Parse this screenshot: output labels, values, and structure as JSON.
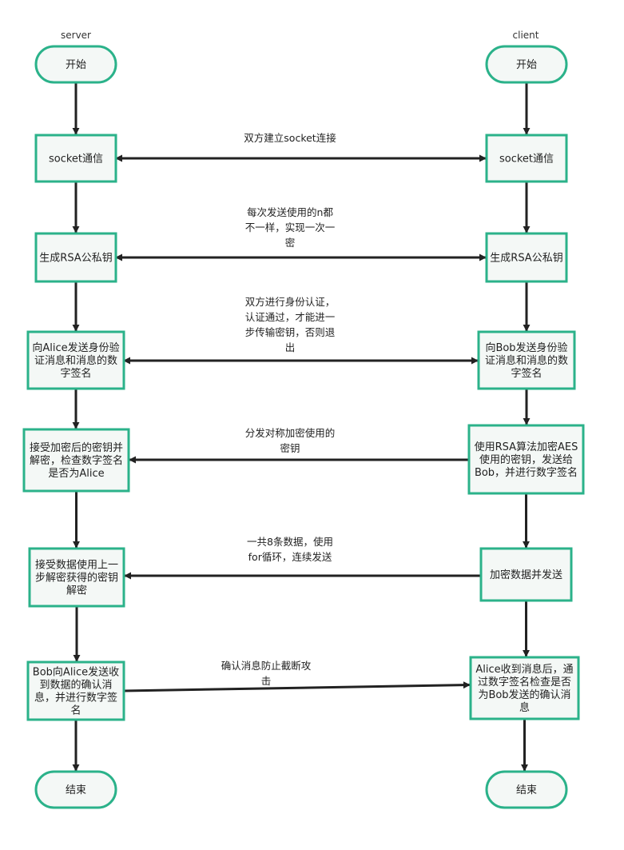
{
  "colors": {
    "node_stroke": "#2bb28a",
    "node_fill": "#f4f8f6",
    "arrow": "#222222"
  },
  "columns": {
    "left": "server",
    "right": "client"
  },
  "nodes": {
    "server_start": {
      "text": [
        "开始"
      ],
      "shape": "terminal"
    },
    "server_socket": {
      "text": [
        "socket通信"
      ],
      "shape": "process"
    },
    "server_rsa": {
      "text": [
        "生成RSA公私钥"
      ],
      "shape": "process"
    },
    "server_auth": {
      "text": [
        "向Alice发送身份验",
        "证消息和消息的数",
        "字签名"
      ],
      "shape": "process"
    },
    "server_recv_key": {
      "text": [
        "接受加密后的密钥并",
        "解密，检查数字签名",
        "是否为Alice"
      ],
      "shape": "process"
    },
    "server_recv_data": {
      "text": [
        "接受数据使用上一",
        "步解密获得的密钥",
        "解密"
      ],
      "shape": "process"
    },
    "server_confirm": {
      "text": [
        "Bob向Alice发送收",
        "到数据的确认消",
        "息，并进行数字签",
        "名"
      ],
      "shape": "process"
    },
    "server_end": {
      "text": [
        "结束"
      ],
      "shape": "terminal"
    },
    "client_start": {
      "text": [
        "开始"
      ],
      "shape": "terminal"
    },
    "client_socket": {
      "text": [
        "socket通信"
      ],
      "shape": "process"
    },
    "client_rsa": {
      "text": [
        "生成RSA公私钥"
      ],
      "shape": "process"
    },
    "client_auth": {
      "text": [
        "向Bob发送身份验",
        "证消息和消息的数",
        "字签名"
      ],
      "shape": "process"
    },
    "client_send_key": {
      "text": [
        "使用RSA算法加密AES",
        "使用的密钥，发送给",
        "Bob，并进行数字签名"
      ],
      "shape": "process"
    },
    "client_send_data": {
      "text": [
        "加密数据并发送"
      ],
      "shape": "process"
    },
    "client_check": {
      "text": [
        "Alice收到消息后，通",
        "过数字签名检查是否",
        "为Bob发送的确认消",
        "息"
      ],
      "shape": "process"
    },
    "client_end": {
      "text": [
        "结束"
      ],
      "shape": "terminal"
    }
  },
  "edges": [
    {
      "from": "server_start",
      "to": "server_socket",
      "label": []
    },
    {
      "from": "server_socket",
      "to": "server_rsa",
      "label": []
    },
    {
      "from": "server_rsa",
      "to": "server_auth",
      "label": []
    },
    {
      "from": "server_auth",
      "to": "server_recv_key",
      "label": []
    },
    {
      "from": "server_recv_key",
      "to": "server_recv_data",
      "label": []
    },
    {
      "from": "server_recv_data",
      "to": "server_confirm",
      "label": []
    },
    {
      "from": "server_confirm",
      "to": "server_end",
      "label": []
    },
    {
      "from": "client_start",
      "to": "client_socket",
      "label": []
    },
    {
      "from": "client_socket",
      "to": "client_rsa",
      "label": []
    },
    {
      "from": "client_rsa",
      "to": "client_auth",
      "label": []
    },
    {
      "from": "client_auth",
      "to": "client_send_key",
      "label": []
    },
    {
      "from": "client_send_key",
      "to": "client_send_data",
      "label": []
    },
    {
      "from": "client_send_data",
      "to": "client_check",
      "label": []
    },
    {
      "from": "client_check",
      "to": "client_end",
      "label": []
    },
    {
      "from": "server_socket",
      "to": "client_socket",
      "bidirectional": true,
      "label": [
        "双方建立socket连接"
      ]
    },
    {
      "from": "server_rsa",
      "to": "client_rsa",
      "bidirectional": true,
      "label": [
        "每次发送使用的n都",
        "不一样，实现一次一",
        "密"
      ]
    },
    {
      "from": "server_auth",
      "to": "client_auth",
      "bidirectional": true,
      "label": [
        "双方进行身份认证，",
        "认证通过，才能进一",
        "步传输密钥，否则退",
        "出"
      ]
    },
    {
      "from": "client_send_key",
      "to": "server_recv_key",
      "label": [
        "分发对称加密使用的",
        "密钥"
      ]
    },
    {
      "from": "client_send_data",
      "to": "server_recv_data",
      "label": [
        "一共8条数据，使用",
        "for循环，连续发送"
      ]
    },
    {
      "from": "server_confirm",
      "to": "client_check",
      "label": [
        "确认消息防止截断攻",
        "击"
      ]
    }
  ]
}
